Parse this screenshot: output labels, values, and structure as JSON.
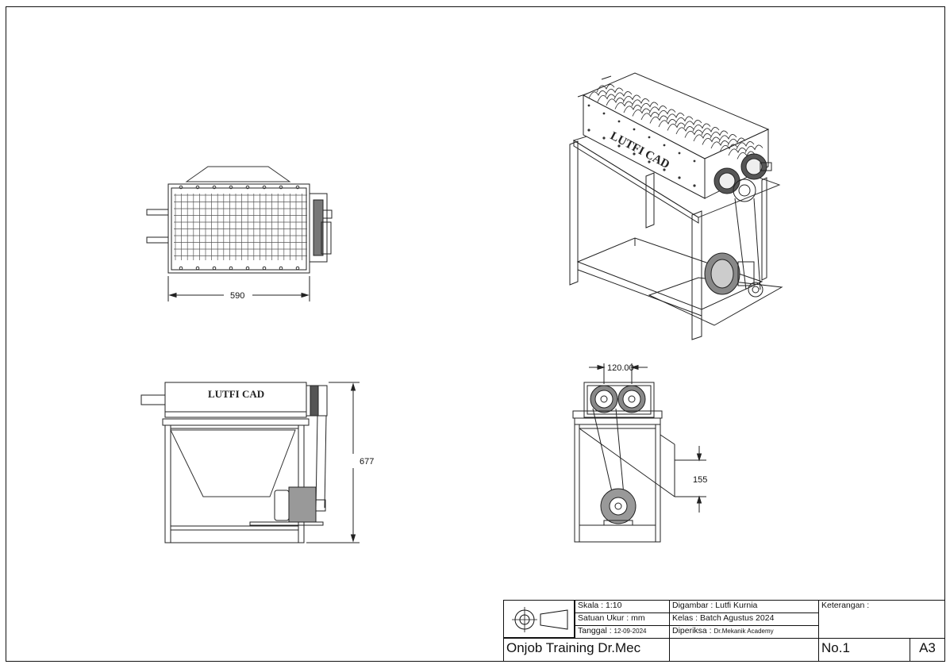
{
  "dimensions": {
    "top_view_width": "590",
    "front_view_height": "677",
    "side_view_center": "120.00",
    "side_view_offset": "155"
  },
  "labels": {
    "logo_text": "LUTFI CAD"
  },
  "title_block": {
    "scale": "Skala : 1:10",
    "unit": "Satuan Ukur : mm",
    "date_label": "Tanggal : ",
    "date_value": "12-09-2024",
    "drawn_by": "Digambar : Lutfi Kurnia",
    "class": "Kelas : Batch Agustus 2024",
    "checked_label": "Diperiksa : ",
    "checked_value": "Dr.Mekanik Academy",
    "notes_label": "Keterangan :",
    "project_name": "Onjob Training Dr.Mec",
    "sheet_number": "No.1",
    "paper_size": "A3"
  }
}
